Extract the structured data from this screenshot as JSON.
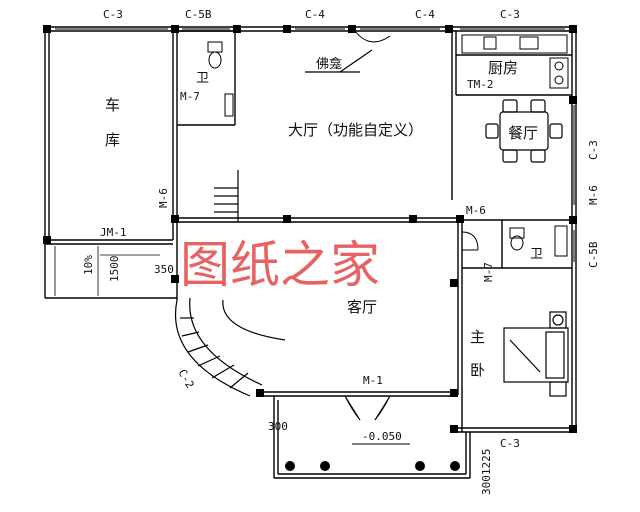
{
  "rooms": {
    "garage_1": "车",
    "garage_2": "库",
    "wc_upper": "卫",
    "hall": "大厅（功能自定义）",
    "altar": "佛龛",
    "kitchen": "厨房",
    "dining": "餐厅",
    "living": "客厅",
    "wc_right": "卫",
    "bedroom_1": "主",
    "bedroom_2": "卧"
  },
  "windows": {
    "top_1": "C-3",
    "top_2": "C-5B",
    "top_3": "C-4",
    "top_4": "C-4",
    "top_5": "C-3",
    "right_1": "C-3",
    "right_2": "C-5B",
    "bottom_right": "C-3",
    "stair": "C-2"
  },
  "doors": {
    "wc_upper": "M-7",
    "kitchen": "TM-2",
    "hall_left": "M-6",
    "garage": "JM-1",
    "living_top": "M-6",
    "wc_right": "M-7",
    "right_wall": "M-6",
    "main_entry": "M-1"
  },
  "dimensions": {
    "slope": "10%",
    "ramp_len": "1500",
    "stair_offset": "350",
    "porch_offset": "300",
    "bottom_right": "3001225",
    "elevation": "-0.050"
  },
  "watermark": "图纸之家"
}
